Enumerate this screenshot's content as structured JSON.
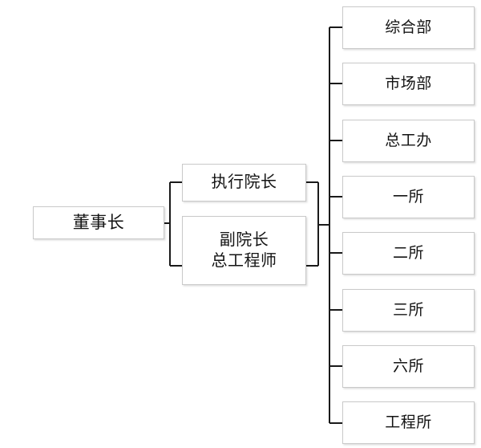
{
  "diagram": {
    "type": "organization-chart",
    "orientation": "left-to-right",
    "title": "",
    "colors": {
      "box_border": "#c9c9c9",
      "box_fill": "#ffffff",
      "connector": "#1a1a1a",
      "text": "#141414",
      "background": "#ffffff"
    },
    "root": {
      "label": "董事长"
    },
    "middle": [
      {
        "label": "执行院长",
        "lines": [
          "执行院长"
        ]
      },
      {
        "label": "副院长 总工程师",
        "lines": [
          "副院长",
          "总工程师"
        ]
      }
    ],
    "departments": [
      {
        "label": "综合部"
      },
      {
        "label": "市场部"
      },
      {
        "label": "总工办"
      },
      {
        "label": "一所"
      },
      {
        "label": "二所"
      },
      {
        "label": "三所"
      },
      {
        "label": "六所"
      },
      {
        "label": "工程所"
      }
    ]
  }
}
